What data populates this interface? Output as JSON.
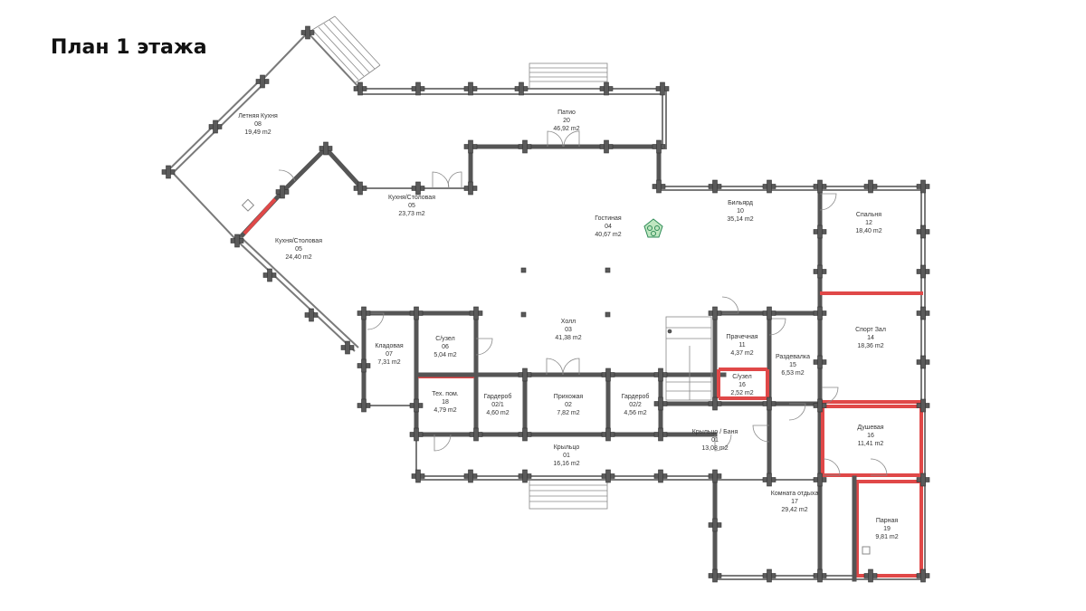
{
  "title": "План 1 этажа",
  "rooms": [
    {
      "id": "summer-kitchen",
      "name": "Летняя Кухня",
      "num": "08",
      "area": "19,49 m2"
    },
    {
      "id": "patio",
      "name": "Патио",
      "num": "20",
      "area": "46,92 m2"
    },
    {
      "id": "kitchen-dining-05a",
      "name": "Кухня/Столовая",
      "num": "05",
      "area": "23,73 m2"
    },
    {
      "id": "kitchen-dining-05b",
      "name": "Кухня/Столовая",
      "num": "05",
      "area": "24,40 m2"
    },
    {
      "id": "living",
      "name": "Гостиная",
      "num": "04",
      "area": "40,67 m2"
    },
    {
      "id": "billiard",
      "name": "Бильярд",
      "num": "10",
      "area": "35,14 m2"
    },
    {
      "id": "bedroom",
      "name": "Спальня",
      "num": "12",
      "area": "18,40 m2"
    },
    {
      "id": "hall",
      "name": "Холл",
      "num": "03",
      "area": "41,38 m2"
    },
    {
      "id": "pantry",
      "name": "Кладовая",
      "num": "07",
      "area": "7,31 m2"
    },
    {
      "id": "wc-06",
      "name": "С/узел",
      "num": "06",
      "area": "5,04 m2"
    },
    {
      "id": "laundry",
      "name": "Прачечная",
      "num": "11",
      "area": "4,37 m2"
    },
    {
      "id": "gym",
      "name": "Спорт Зал",
      "num": "14",
      "area": "18,36 m2"
    },
    {
      "id": "changing",
      "name": "Раздевалка",
      "num": "15",
      "area": "6,53 m2"
    },
    {
      "id": "wc-16",
      "name": "С/узел",
      "num": "16",
      "area": "2,52 m2"
    },
    {
      "id": "tech",
      "name": "Тех. пом.",
      "num": "18",
      "area": "4,79 m2"
    },
    {
      "id": "wardrobe-1",
      "name": "Гардероб",
      "num": "02/1",
      "area": "4,60 m2"
    },
    {
      "id": "vestibule",
      "name": "Прихожая",
      "num": "02",
      "area": "7,82 m2"
    },
    {
      "id": "wardrobe-2",
      "name": "Гардероб",
      "num": "02/2",
      "area": "4,56 m2"
    },
    {
      "id": "porch-banya",
      "name": "Крыльцо / Баня",
      "num": "01",
      "area": "13,08 m2"
    },
    {
      "id": "shower",
      "name": "Душевая",
      "num": "16",
      "area": "11,41 m2"
    },
    {
      "id": "porch",
      "name": "Крыльцо",
      "num": "01",
      "area": "16,16 m2"
    },
    {
      "id": "rest-room",
      "name": "Комната отдыха",
      "num": "17",
      "area": "29,42 m2"
    },
    {
      "id": "steam-room",
      "name": "Парная",
      "num": "19",
      "area": "9,81 m2"
    }
  ]
}
